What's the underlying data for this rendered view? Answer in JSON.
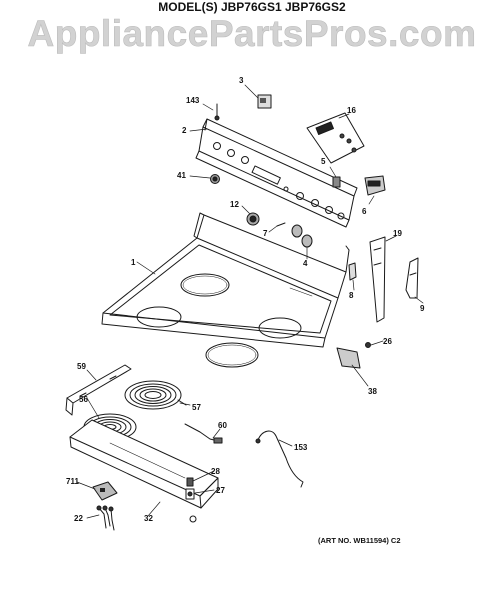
{
  "header": {
    "models": "MODEL(S) JBP76GS1  JBP76GS2"
  },
  "watermark": {
    "text": "AppliancePartsPros.com"
  },
  "callouts": {
    "c1": "1",
    "c2": "2",
    "c3": "3",
    "c4": "4",
    "c5": "5",
    "c6": "6",
    "c7": "7",
    "c8": "8",
    "c9": "9",
    "c12": "12",
    "c16": "16",
    "c19": "19",
    "c22": "22",
    "c26": "26",
    "c27": "27",
    "c28": "28",
    "c32": "32",
    "c38": "38",
    "c41": "41",
    "c56": "56",
    "c57": "57",
    "c59": "59",
    "c60": "60",
    "c143": "143",
    "c153": "153",
    "c711": "711"
  },
  "footer": {
    "art_no": "(ART NO. WB11594) C2"
  }
}
